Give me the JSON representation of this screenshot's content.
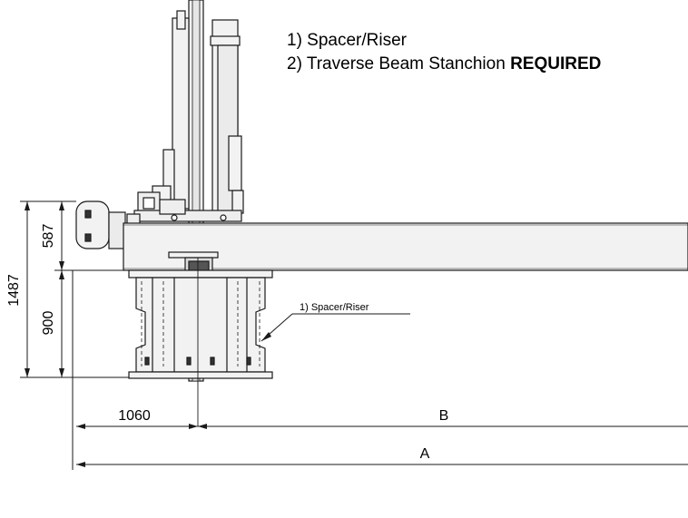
{
  "notes": {
    "item1": "1) Spacer/Riser",
    "item2_prefix": "2) Traverse Beam Stanchion ",
    "item2_emphasis": "REQUIRED"
  },
  "callout": {
    "label": "1) Spacer/Riser"
  },
  "dimensions": {
    "total_height": "1487",
    "upper_height": "587",
    "riser_height": "900",
    "reach": "1060",
    "label_b": "B",
    "label_a": "A"
  }
}
